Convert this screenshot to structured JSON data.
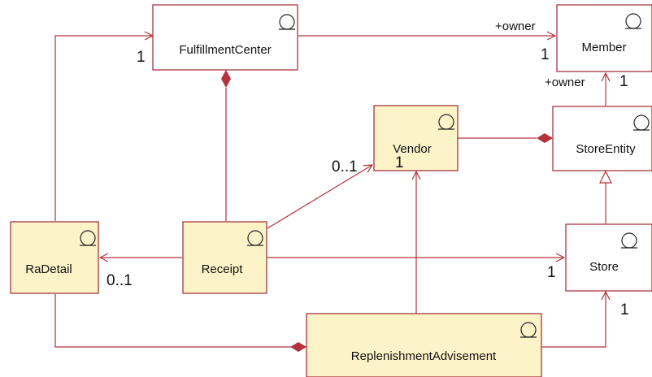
{
  "colors": {
    "line": "#b5313c",
    "box_border": "#a0262f",
    "entity_fill": "#ffffff",
    "control_fill": "#fdf3c8",
    "icon_stroke": "#222222"
  },
  "classes": {
    "fulfillment_center": "FulfillmentCenter",
    "member": "Member",
    "vendor": "Vendor",
    "store_entity": "StoreEntity",
    "ra_detail": "RaDetail",
    "receipt": "Receipt",
    "store": "Store",
    "replenishment_advisement": "ReplenishmentAdvisement"
  },
  "labels": {
    "owner_fc_member": "+owner",
    "mult_fc_member": "1",
    "owner_member_storeentity": "+owner",
    "mult_member_storeentity": "1",
    "mult_radetail_fc": "1",
    "mult_receipt_vendor": "0..1",
    "mult_ra_vendor": "1",
    "mult_receipt_radetail": "0..1",
    "mult_receipt_store": "1",
    "mult_ra_store": "1"
  },
  "icon": "class-circle-icon"
}
